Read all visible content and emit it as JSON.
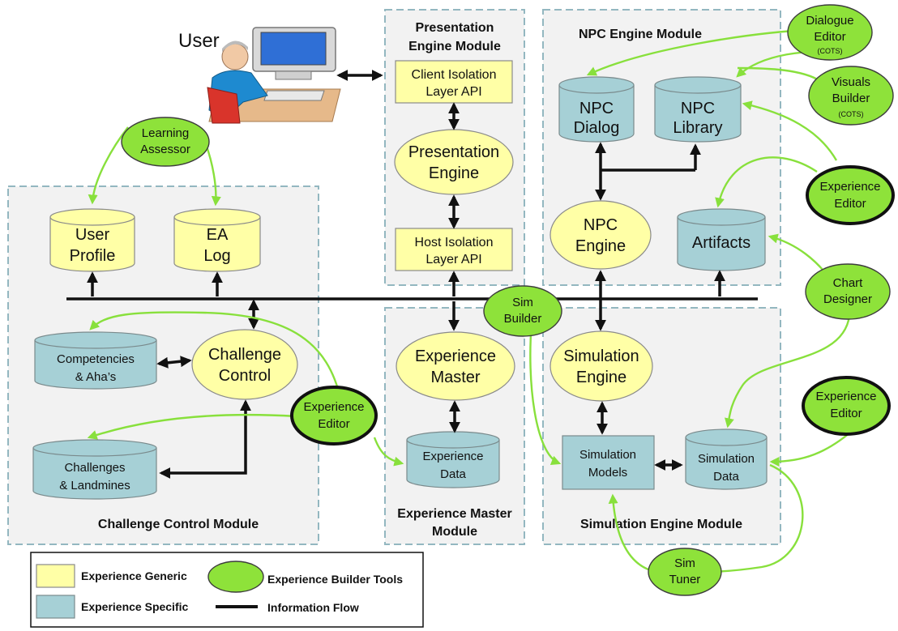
{
  "user": {
    "label": "User"
  },
  "modules": {
    "presentation": {
      "title_line1": "Presentation",
      "title_line2": "Engine Module"
    },
    "npc": {
      "title": "NPC Engine Module"
    },
    "challenge": {
      "title": "Challenge Control Module"
    },
    "experience_master": {
      "title_line1": "Experience Master",
      "title_line2": "Module"
    },
    "simulation": {
      "title": "Simulation Engine Module"
    }
  },
  "components": {
    "client_isolation": {
      "line1": "Client Isolation",
      "line2": "Layer API"
    },
    "presentation_engine": {
      "line1": "Presentation",
      "line2": "Engine"
    },
    "host_isolation": {
      "line1": "Host Isolation",
      "line2": "Layer API"
    },
    "npc_dialog": {
      "line1": "NPC",
      "line2": "Dialog"
    },
    "npc_library": {
      "line1": "NPC",
      "line2": "Library"
    },
    "npc_engine": {
      "line1": "NPC",
      "line2": "Engine"
    },
    "artifacts": {
      "line1": "Artifacts"
    },
    "user_profile": {
      "line1": "User",
      "line2": "Profile"
    },
    "ea_log": {
      "line1": "EA",
      "line2": "Log"
    },
    "competencies": {
      "line1": "Competencies",
      "line2": "& Aha’s"
    },
    "challenge_control": {
      "line1": "Challenge",
      "line2": "Control"
    },
    "challenges": {
      "line1": "Challenges",
      "line2": "& Landmines"
    },
    "experience_master": {
      "line1": "Experience",
      "line2": "Master"
    },
    "experience_data": {
      "line1": "Experience",
      "line2": "Data"
    },
    "simulation_engine": {
      "line1": "Simulation",
      "line2": "Engine"
    },
    "simulation_models": {
      "line1": "Simulation",
      "line2": "Models"
    },
    "simulation_data": {
      "line1": "Simulation",
      "line2": "Data"
    }
  },
  "tools": {
    "dialogue_editor": {
      "line1": "Dialogue",
      "line2": "Editor",
      "line3": "(COTS)"
    },
    "visuals_builder": {
      "line1": "Visuals",
      "line2": "Builder",
      "line3": "(COTS)"
    },
    "experience_editor_npc": {
      "line1": "Experience",
      "line2": "Editor"
    },
    "chart_designer": {
      "line1": "Chart",
      "line2": "Designer"
    },
    "experience_editor_sim": {
      "line1": "Experience",
      "line2": "Editor"
    },
    "learning_assessor": {
      "line1": "Learning",
      "line2": "Assessor"
    },
    "experience_editor_center": {
      "line1": "Experience",
      "line2": "Editor"
    },
    "sim_builder": {
      "line1": "Sim",
      "line2": "Builder"
    },
    "sim_tuner": {
      "line1": "Sim",
      "line2": "Tuner"
    }
  },
  "legend": {
    "generic": "Experience Generic",
    "specific": "Experience Specific",
    "builder_tools": "Experience Builder Tools",
    "info_flow": "Information Flow"
  },
  "colors": {
    "generic": "#ffffa6",
    "specific": "#a6d0d6",
    "tool": "#8ee23a",
    "tool_link": "#88e03c",
    "module_background": "#f2f2f2",
    "module_border": "#93b7c0"
  }
}
